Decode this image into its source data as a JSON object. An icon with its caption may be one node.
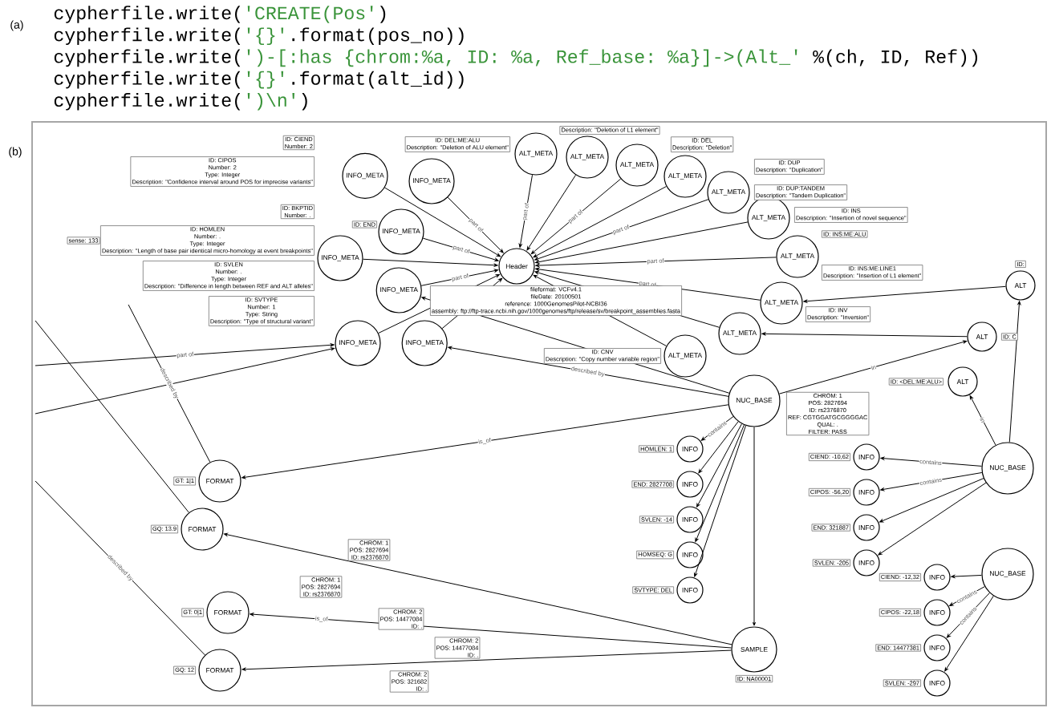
{
  "diagram": {
    "nodes": [
      {
        "text": [
          "Header"
        ],
        "beside": [
          "fileformat: VCFv4.1",
          "fileDate: 20100501",
          "reference: 1000GenomesPilot-NCBI36",
          "assembly: ftp://ftp-trace.ncbi.nih.gov/1000genomes/ftp/release/sv/breakpoint_assemblies.fasta"
        ]
      },
      {
        "text": [
          "INFO_META"
        ],
        "beside": [
          "ID: CIEND",
          "Number: 2"
        ]
      },
      {
        "text": [
          "INFO_META"
        ],
        "beside": [
          "ID: CIPOS",
          "Number: 2",
          "Type: Integer",
          "Description: \"Confidence interval around POS for imprecise variants\""
        ]
      },
      {
        "text": [
          "INFO_META"
        ],
        "beside": [
          "ID: END"
        ]
      },
      {
        "text": [
          "INFO_META"
        ],
        "beside": [
          "ID: BKPTID",
          "Number: ."
        ]
      },
      {
        "text": [
          "INFO_META"
        ],
        "beside": [
          "ID: HOMLEN",
          "Number: .",
          "Type: Integer",
          "Description: \"Length of base pair identical micro-homology at event breakpoints\""
        ]
      },
      {
        "text": [
          "INFO_META"
        ],
        "beside": [
          "ID: SVLEN",
          "Number: .",
          "Type: Integer",
          "Description: \"Difference in length between REF and ALT alleles\""
        ]
      },
      {
        "text": [
          "INFO_META"
        ],
        "beside": [
          "ID: SVTYPE",
          "Number: 1",
          "Type: String",
          "Description: \"Type of structural variant\""
        ]
      },
      {
        "text": [
          "ALT_META"
        ],
        "beside": [
          "ID: DEL:ME:ALU",
          "Description: \"Deletion of ALU element\""
        ]
      },
      {
        "text": [
          "ALT_META"
        ],
        "beside": [
          "Description: \"Deletion of L1 element\""
        ]
      },
      {
        "text": [
          "ALT_META"
        ],
        "beside": [
          "ID: DEL",
          "Description: \"Deletion\""
        ]
      },
      {
        "text": [
          "ALT_META"
        ],
        "beside": [
          "ID: DUP",
          "Description: \"Duplication\""
        ]
      },
      {
        "text": [
          "ALT_META"
        ],
        "beside": [
          "ID: DUP:TANDEM",
          "Description: \"Tandem Duplication\""
        ]
      },
      {
        "text": [
          "ALT_META"
        ],
        "beside": [
          "ID: INS",
          "Description: \"Insertion of novel sequence\""
        ]
      },
      {
        "text": [
          "ALT_META"
        ],
        "beside": [
          "ID: INS:ME:ALU"
        ]
      },
      {
        "text": [
          "ALT_META"
        ],
        "beside": [
          "ID: INS:ME:LINE1",
          "Description: \"Insertion of L1 element\""
        ]
      },
      {
        "text": [
          "ALT_META"
        ],
        "beside": [
          "ID: INV",
          "Description: \"Inversion\""
        ]
      },
      {
        "text": [
          "ALT_META"
        ],
        "beside": [
          "ID: CNV",
          "Description: \"Copy number variable region\""
        ]
      },
      {
        "text": [
          "ALT"
        ],
        "beside": [
          "ID: C"
        ]
      },
      {
        "text": [
          "ALT"
        ],
        "beside": [
          "ID: <DEL:ME:ALU>"
        ]
      },
      {
        "text": [
          "ALT"
        ],
        "beside": [
          "ID:"
        ]
      },
      {
        "text": [
          "NUC_BASE"
        ],
        "beside": [
          "CHROM: 1",
          "POS: 2827694",
          "ID: rs2376870",
          "REF: CGTGGATGCGGGGAC",
          "QUAL: .",
          "FILTER: PASS"
        ]
      },
      {
        "text": [
          "NUC_BASE"
        ]
      },
      {
        "text": [
          "NUC_BASE"
        ]
      },
      {
        "text": [
          "INFO"
        ],
        "beside": [
          "HOMLEN: 1"
        ]
      },
      {
        "text": [
          "INFO"
        ],
        "beside": [
          "END: 2827708"
        ]
      },
      {
        "text": [
          "INFO"
        ],
        "beside": [
          "SVLEN: -14"
        ]
      },
      {
        "text": [
          "INFO"
        ],
        "beside": [
          "HOMSEQ: G"
        ]
      },
      {
        "text": [
          "INFO"
        ],
        "beside": [
          "SVTYPE: DEL"
        ]
      },
      {
        "text": [
          "INFO"
        ],
        "beside": [
          "CIEND: -10,62"
        ]
      },
      {
        "text": [
          "INFO"
        ],
        "beside": [
          "CIPOS: -56,20"
        ]
      },
      {
        "text": [
          "INFO"
        ],
        "beside": [
          "END: 321887"
        ]
      },
      {
        "text": [
          "INFO"
        ],
        "beside": [
          "SVLEN: -205"
        ]
      },
      {
        "text": [
          "INFO"
        ],
        "beside": [
          "CIEND: -12,32"
        ]
      },
      {
        "text": [
          "INFO"
        ],
        "beside": [
          "CIPOS: -22,18"
        ]
      },
      {
        "text": [
          "INFO"
        ],
        "beside": [
          "END: 14477381"
        ]
      },
      {
        "text": [
          "INFO"
        ],
        "beside": [
          "SVLEN: -297"
        ]
      },
      {
        "text": [
          "FORMAT"
        ],
        "beside": [
          "GT: 1|1"
        ]
      },
      {
        "text": [
          "FORMAT"
        ],
        "beside": [
          "GQ: 13.9"
        ]
      },
      {
        "text": [
          "FORMAT"
        ],
        "beside": [
          "GT: 0|1"
        ]
      },
      {
        "text": [
          "FORMAT"
        ],
        "beside": [
          "GQ: 12"
        ]
      },
      {
        "text": [
          "SAMPLE"
        ],
        "beside": [
          "ID: NA00001"
        ]
      }
    ],
    "edges": [
      {
        "from": 1,
        "to": 0,
        "arrow": "to",
        "label": "part of"
      },
      {
        "from": 2,
        "to": 0,
        "arrow": "to"
      },
      {
        "from": 3,
        "to": 0,
        "arrow": "to",
        "label": "part of"
      },
      {
        "from": 4,
        "to": 0,
        "arrow": "to"
      },
      {
        "from": 5,
        "to": 0,
        "arrow": "to",
        "label": "part of"
      },
      {
        "from": 6,
        "to": 0,
        "arrow": "to"
      },
      {
        "from": 7,
        "to": 0,
        "arrow": "to"
      },
      {
        "from": 8,
        "to": 0,
        "arrow": "to",
        "label": "part of"
      },
      {
        "from": 9,
        "to": 0,
        "arrow": "to"
      },
      {
        "from": 10,
        "to": 0,
        "arrow": "to",
        "label": "part of"
      },
      {
        "from": 11,
        "to": 0,
        "arrow": "to"
      },
      {
        "from": 12,
        "to": 0,
        "arrow": "to",
        "label": "part of"
      },
      {
        "from": 13,
        "to": 0,
        "arrow": "to"
      },
      {
        "from": 14,
        "to": 0,
        "arrow": "to",
        "label": "part of"
      },
      {
        "from": 15,
        "to": 0,
        "arrow": "to",
        "label": "part of"
      },
      {
        "from": 16,
        "to": 0,
        "arrow": "to"
      },
      {
        "from": 17,
        "to": 0,
        "arrow": "to"
      },
      {
        "from": 21,
        "to": 18,
        "arrow": "to",
        "label": "in"
      },
      {
        "from": 22,
        "to": 19,
        "arrow": "to",
        "label": "in"
      },
      {
        "from": 22,
        "to": 20,
        "arrow": "to"
      },
      {
        "from": 18,
        "to": 16,
        "arrow": "to"
      },
      {
        "from": 20,
        "to": 15,
        "arrow": "to"
      },
      {
        "from": 21,
        "to": 7,
        "arrow": "to",
        "label": "described by"
      },
      {
        "from": 21,
        "to": 5,
        "arrow": "to"
      },
      {
        "from": 21,
        "to": 24,
        "arrow": "to",
        "label": "contains"
      },
      {
        "from": 21,
        "to": 25,
        "arrow": "to"
      },
      {
        "from": 21,
        "to": 26,
        "arrow": "to"
      },
      {
        "from": 21,
        "to": 27,
        "arrow": "to"
      },
      {
        "from": 21,
        "to": 28,
        "arrow": "to"
      },
      {
        "from": 22,
        "to": 29,
        "arrow": "to",
        "label": "contains"
      },
      {
        "from": 22,
        "to": 30,
        "arrow": "to",
        "label": "contains"
      },
      {
        "from": 22,
        "to": 31,
        "arrow": "to"
      },
      {
        "from": 22,
        "to": 32,
        "arrow": "to"
      },
      {
        "from": 23,
        "to": 33,
        "arrow": "to"
      },
      {
        "from": 23,
        "to": 34,
        "arrow": "to",
        "label": "contains"
      },
      {
        "from": 23,
        "to": 35,
        "arrow": "to",
        "label": "contains"
      },
      {
        "from": 23,
        "to": 36,
        "arrow": "to"
      },
      {
        "from": 21,
        "to": 41,
        "arrow": "to"
      },
      {
        "from": 21,
        "to": 37,
        "arrow": "to",
        "label": "is_of"
      },
      {
        "from": 41,
        "to": 38,
        "arrow": "to"
      },
      {
        "from": 41,
        "to": 39,
        "arrow": "to",
        "label": "is_of"
      },
      {
        "from": 41,
        "to": 40,
        "arrow": "to"
      },
      {
        "from": 37,
        "to": null,
        "arrow": "none",
        "label": "described by"
      },
      {
        "from": 38,
        "to": null,
        "arrow": "none"
      },
      {
        "from": 40,
        "to": null,
        "arrow": "none",
        "label": "described by"
      },
      {
        "from": null,
        "to": 6,
        "arrow": "to",
        "label": "part of"
      },
      {
        "from": null,
        "to": 6,
        "arrow": "to"
      }
    ],
    "labels": [
      "(a)",
      "cypherfile.write(",
      "'CREATE(Pos'",
      ")",
      "cypherfile.write(",
      "'{}'",
      ".format(pos_no))",
      "cypherfile.write(",
      "')-[:has {chrom:%a, ID: %a, Ref_base: %a}]->(Alt_'",
      "%(ch, ID, Ref))",
      "cypherfile.write(",
      "'{}'",
      ".format(alt_id))",
      "cypherfile.write(",
      "')\\n'",
      ")",
      "(b)",
      "sense: 133",
      "CHROM: 1",
      "POS: 2827694",
      "ID: rs2376870",
      "CHROM: 1",
      "POS: 2827694",
      "ID: rs2376870",
      "CHROM: 2",
      "POS: 14477084",
      "ID: .",
      "CHROM: 2",
      "POS: 14477084",
      "ID: .",
      "CHROM: 2",
      "POS: 321682",
      "ID: ."
    ]
  }
}
